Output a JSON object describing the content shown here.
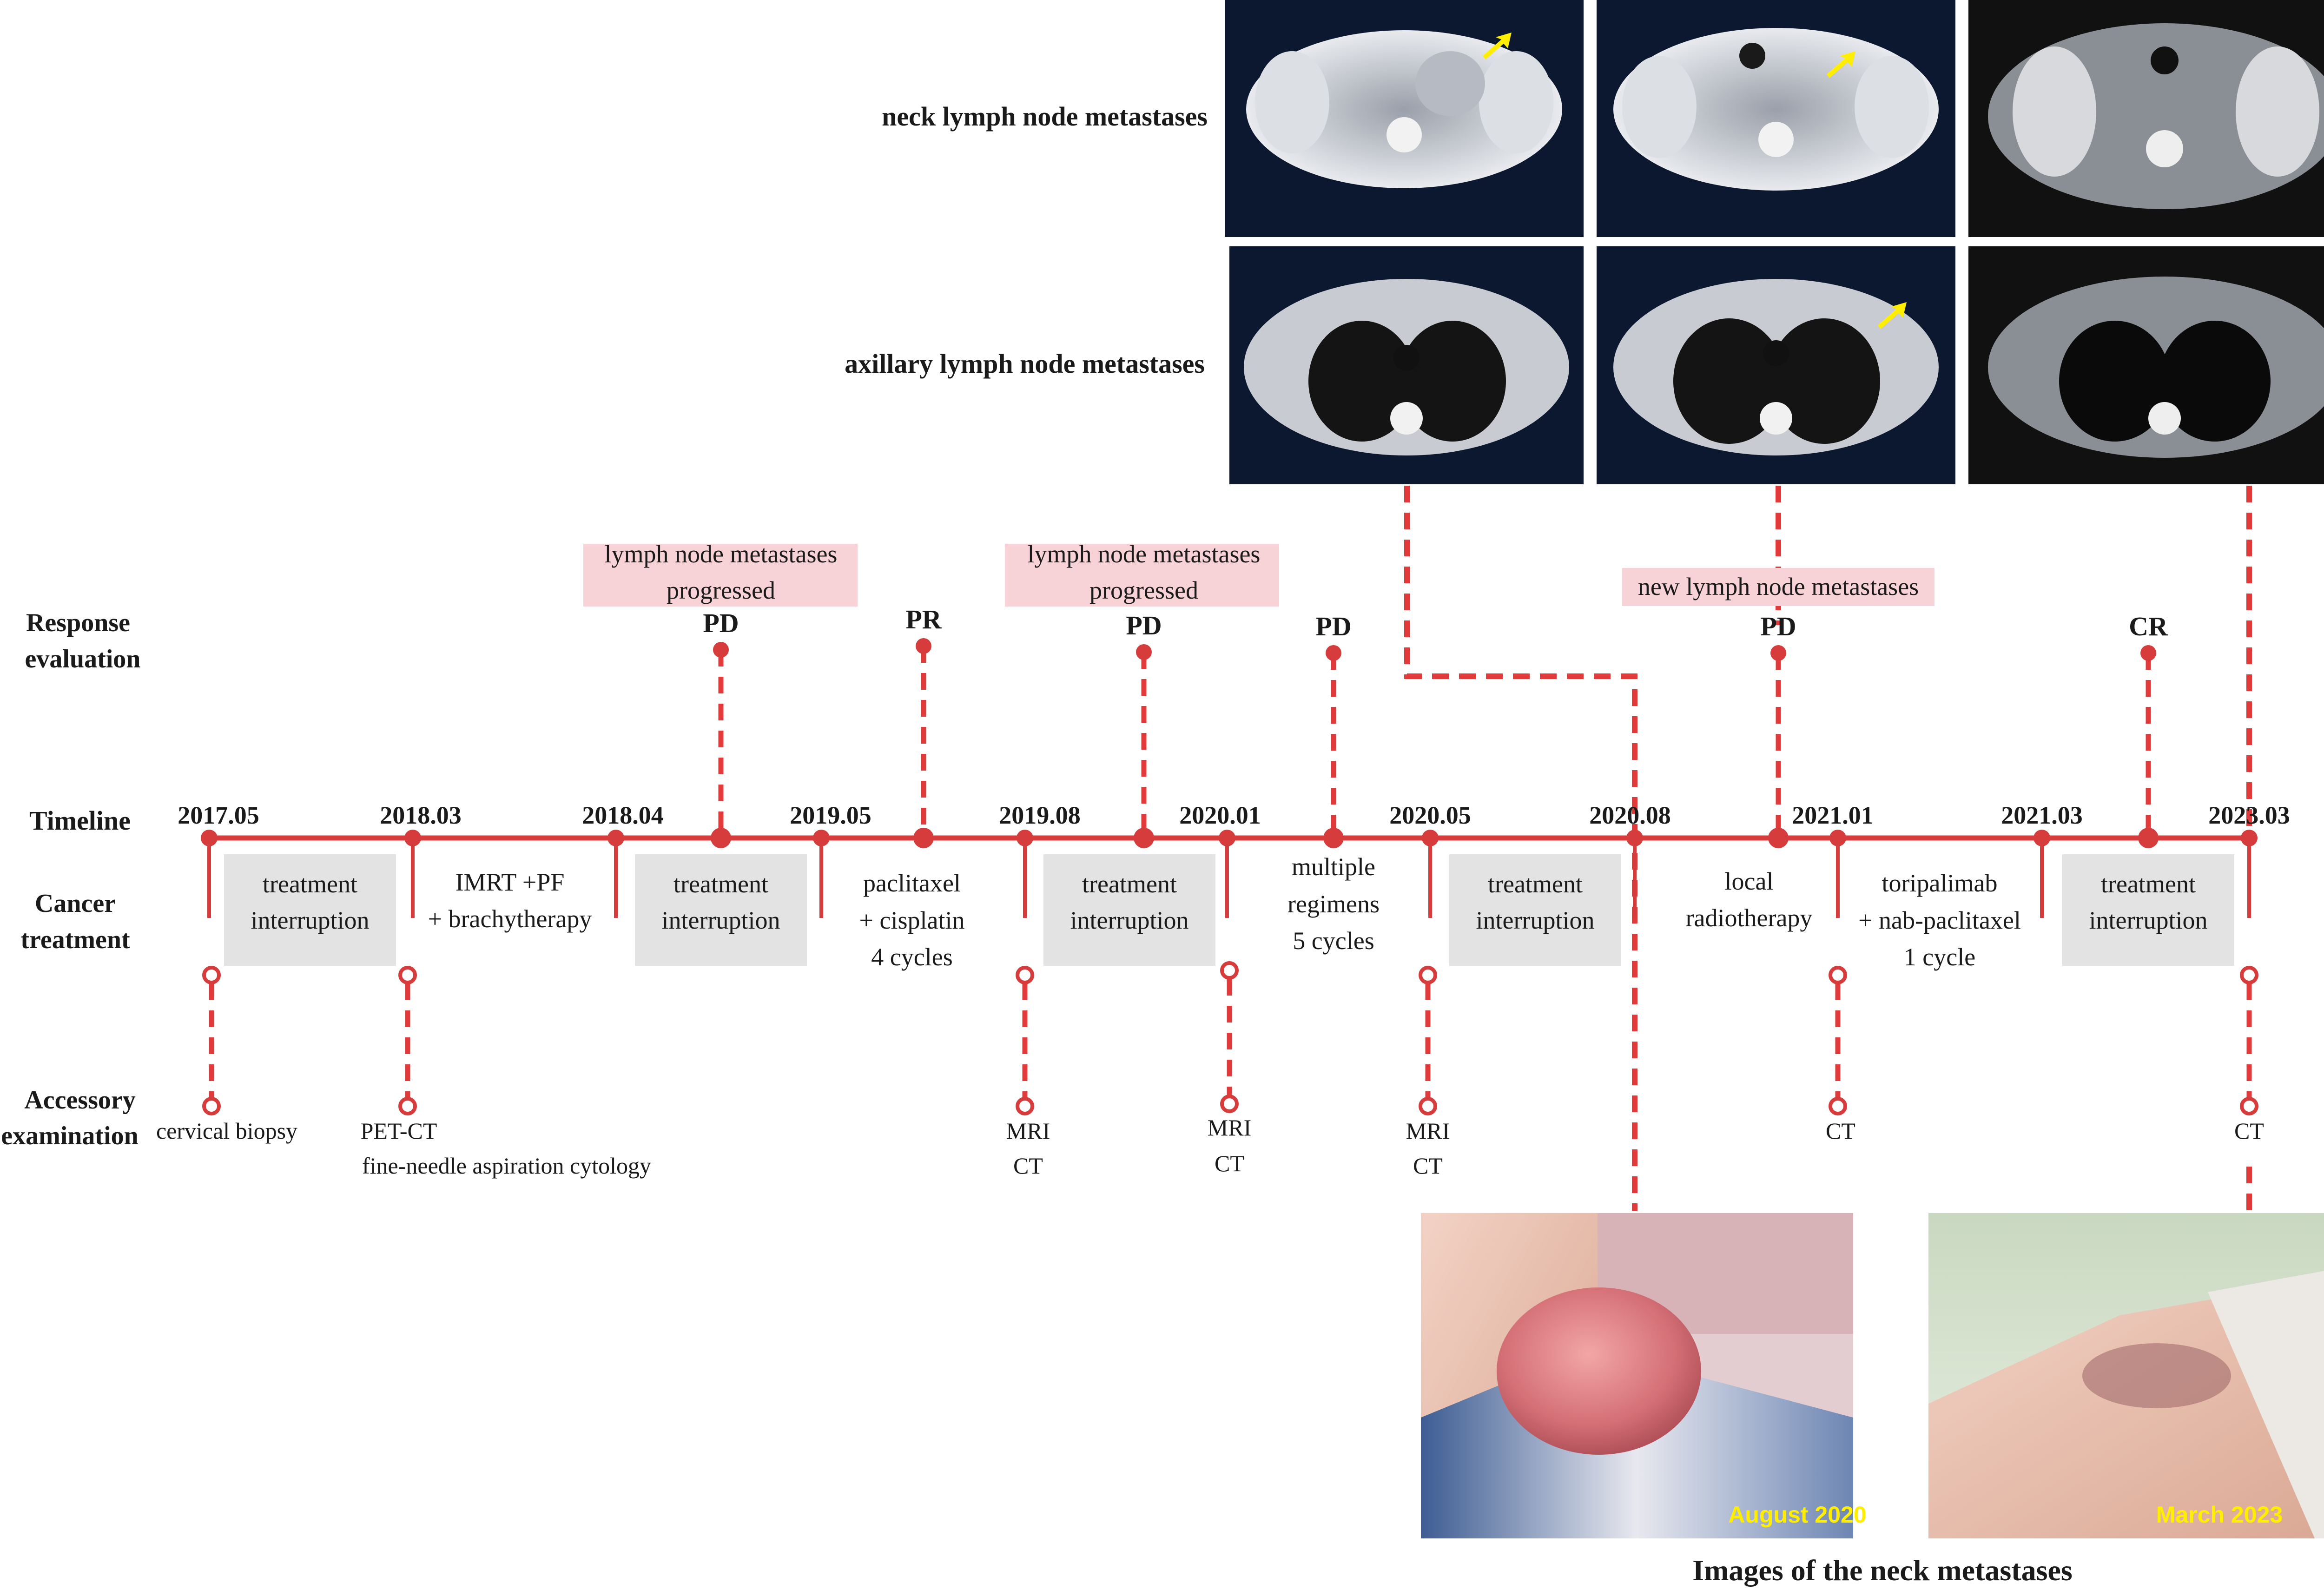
{
  "colors": {
    "line": "#d63c3c",
    "dash": "#e03a3a",
    "pink_box": "#f7d3d7",
    "grey_box": "#e3e3e3",
    "arrow": "#ffee00",
    "caption_yellow": "#ffee00"
  },
  "rows": {
    "response": [
      "Response",
      "evaluation"
    ],
    "timeline": "Timeline",
    "treatment": [
      "Cancer",
      "treatment"
    ],
    "accessory": [
      "Accessory",
      "examination"
    ]
  },
  "dates": [
    "2017.05",
    "2018.03",
    "2018.04",
    "2019.05",
    "2019.08",
    "2020.01",
    "2020.05",
    "2020.08",
    "2021.01",
    "2021.03",
    "2023.03"
  ],
  "responses": [
    {
      "label": "PD",
      "note": [
        "lymph node metastases",
        "progressed"
      ]
    },
    {
      "label": "PR",
      "note": []
    },
    {
      "label": "PD",
      "note": [
        "lymph node metastases",
        "progressed"
      ]
    },
    {
      "label": "PD",
      "note": []
    },
    {
      "label": "PD",
      "note": [
        "new lymph node metastases"
      ]
    },
    {
      "label": "CR",
      "note": []
    }
  ],
  "treatments": [
    {
      "lines": [
        "treatment",
        "interruption"
      ],
      "boxed": true
    },
    {
      "lines": [
        "IMRT +PF",
        "+ brachytherapy"
      ],
      "boxed": false
    },
    {
      "lines": [
        "treatment",
        "interruption"
      ],
      "boxed": true
    },
    {
      "lines": [
        "paclitaxel",
        "+ cisplatin",
        "4 cycles"
      ],
      "boxed": false
    },
    {
      "lines": [
        "treatment",
        "interruption"
      ],
      "boxed": true
    },
    {
      "lines": [
        "multiple",
        "regimens",
        "5 cycles"
      ],
      "boxed": false
    },
    {
      "lines": [
        "treatment",
        "interruption"
      ],
      "boxed": true
    },
    {
      "lines": [
        "local",
        "radiotherapy"
      ],
      "boxed": false
    },
    {
      "lines": [
        "toripalimab",
        "+ nab-paclitaxel",
        "1 cycle"
      ],
      "boxed": false
    },
    {
      "lines": [
        "treatment",
        "interruption"
      ],
      "boxed": true
    }
  ],
  "exams": [
    {
      "lines": [
        "cervical biopsy"
      ]
    },
    {
      "lines": [
        "PET-CT",
        "fine-needle aspiration cytology"
      ]
    },
    {
      "lines": [
        "MRI",
        "CT"
      ]
    },
    {
      "lines": [
        "MRI",
        "CT"
      ]
    },
    {
      "lines": [
        "MRI",
        "CT"
      ]
    },
    {
      "lines": [
        "CT"
      ]
    },
    {
      "lines": [
        "CT"
      ]
    }
  ],
  "ct_rows": [
    "neck lymph node metastases",
    "axillary lymph node metastases"
  ],
  "photos": {
    "title": "Images of the neck metastases",
    "captions": [
      "August 2020",
      "March 2023"
    ]
  }
}
